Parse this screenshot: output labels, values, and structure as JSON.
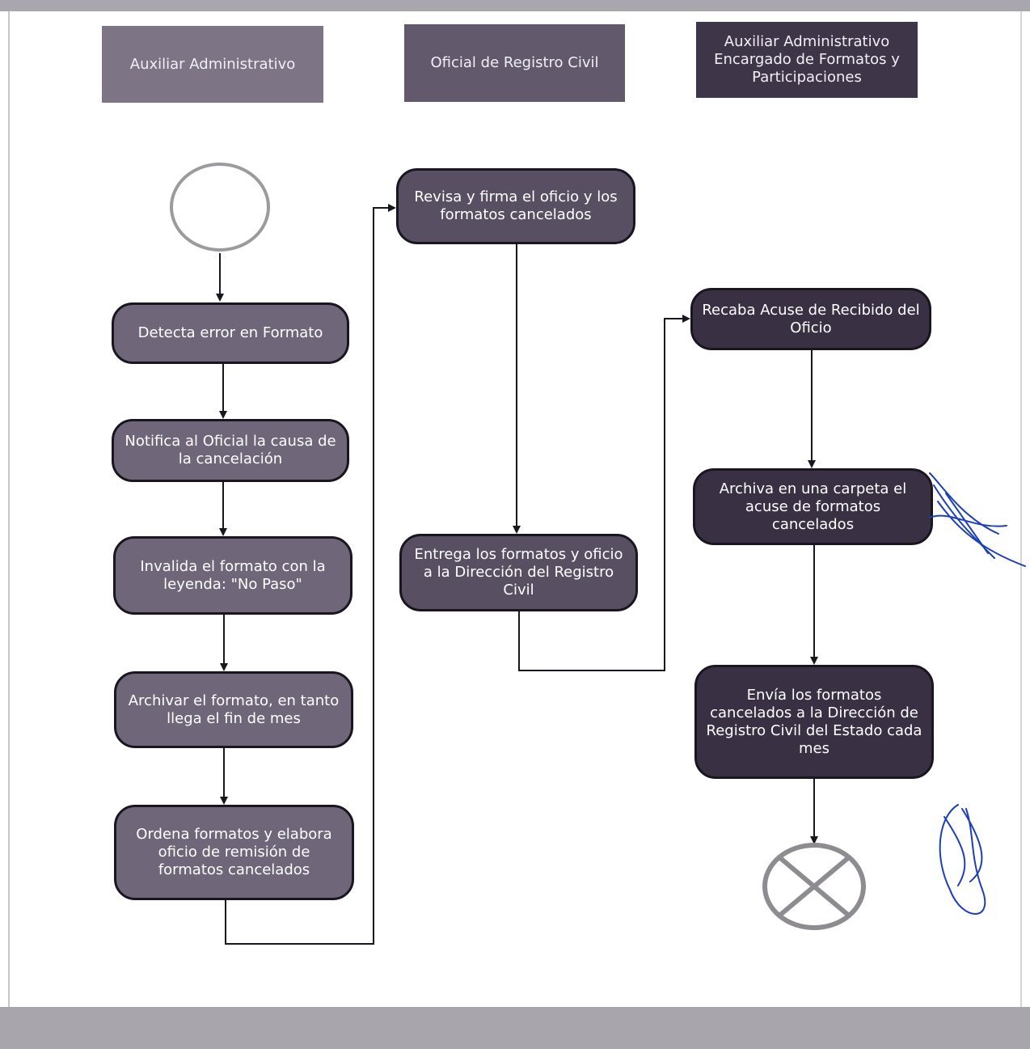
{
  "lanes": [
    {
      "title": "Auxiliar Administrativo",
      "color": "#7d7586"
    },
    {
      "title": "Oficial de Registro Civil",
      "color": "#625a6c"
    },
    {
      "title": "Auxiliar Administrativo Encargado de Formatos y Participaciones",
      "color": "#3f3548"
    }
  ],
  "steps": {
    "detecta": "Detecta error en Formato",
    "notifica": "Notifica al Oficial la causa de la cancelación",
    "invalida": "Invalida el formato con la leyenda: \"No Paso\"",
    "archivar": "Archivar el formato, en tanto llega el fin de mes",
    "ordena": "Ordena formatos y elabora oficio de remisión de formatos cancelados",
    "revisa": "Revisa y firma el oficio y los formatos cancelados",
    "entrega": "Entrega los formatos y oficio a la Dirección del Registro Civil",
    "recaba": "Recaba Acuse de Recibido del Oficio",
    "archiva": "Archiva en una carpeta el acuse de formatos cancelados",
    "envia": "Envía los formatos cancelados a la Dirección de Registro Civil del Estado cada mes"
  },
  "symbols": {
    "start": "start-circle",
    "end": "end-circle-x"
  },
  "colors": {
    "lane1": "#6f6679",
    "lane2": "#594f63",
    "lane3": "#3a3044",
    "connector": "#1a1620",
    "signature_ink": "#1d3fb8"
  }
}
